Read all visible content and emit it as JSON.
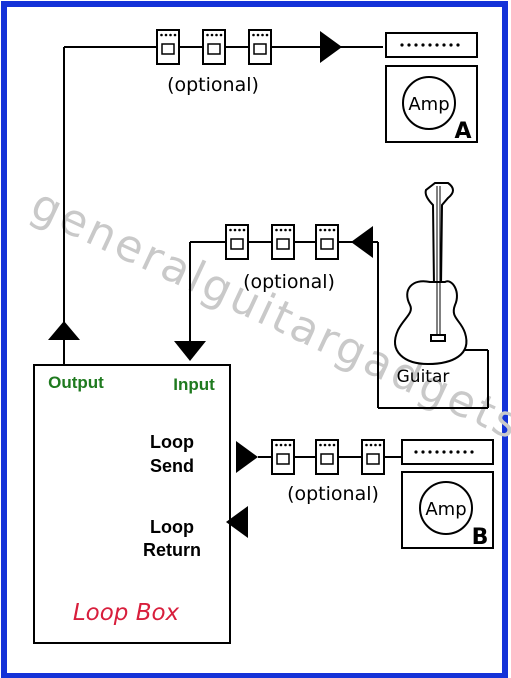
{
  "labels": {
    "optional_top": "(optional)",
    "optional_mid": "(optional)",
    "optional_bottom": "(optional)",
    "output": "Output",
    "input": "Input",
    "loop_send_1": "Loop",
    "loop_send_2": "Send",
    "loop_return_1": "Loop",
    "loop_return_2": "Return",
    "loop_box": "Loop Box",
    "guitar": "Guitar",
    "amp_a": "Amp",
    "amp_a_letter": "A",
    "amp_b": "Amp",
    "amp_b_letter": "B",
    "watermark": "generalguitargadgets.com"
  },
  "colors": {
    "border": "#1432d8",
    "line": "#000000",
    "green": "#1f7a1f",
    "red": "#d81e3c",
    "watermark": "#c8c8c8"
  }
}
